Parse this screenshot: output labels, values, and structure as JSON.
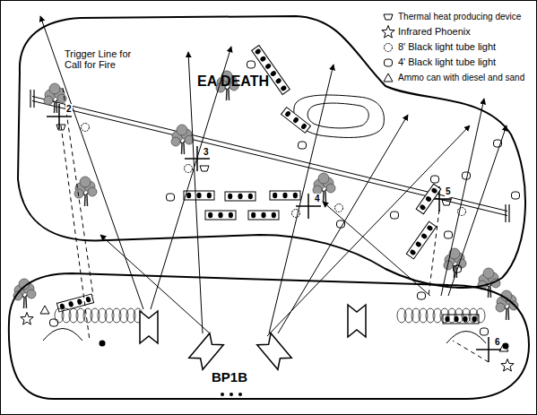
{
  "diagram": {
    "nodes": [
      {
        "text": [
          "EA DEATH"
        ]
      },
      {
        "text": [
          "BP1B"
        ]
      }
    ],
    "labels": [
      "Trigger Line for Call for Fire",
      "2",
      "3",
      "4",
      "5",
      "6"
    ],
    "legend": [
      {
        "text": "Thermal heat producing device"
      },
      {
        "text": "Infrared Phoenix"
      },
      {
        "text": "8' Black light tube light"
      },
      {
        "text": "4' Black light tube light"
      },
      {
        "text": "Ammo can with diesel and sand"
      }
    ]
  }
}
